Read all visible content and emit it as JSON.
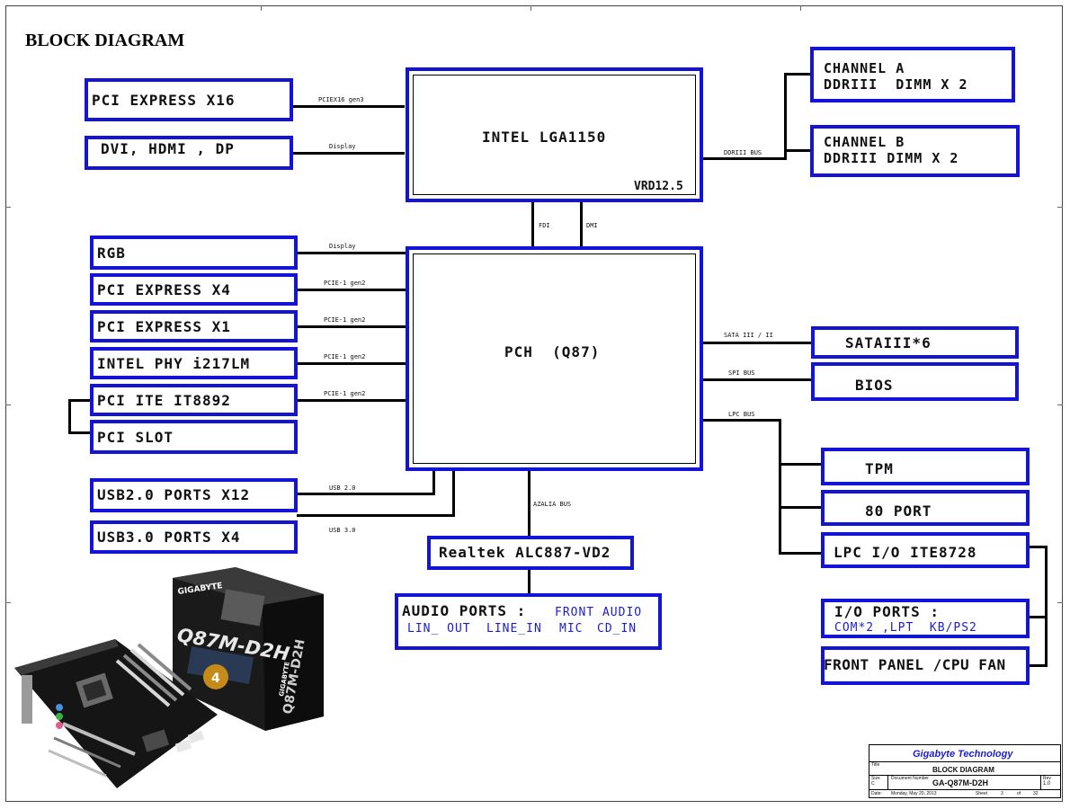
{
  "title": "BLOCK DIAGRAM",
  "cpu": {
    "name": "INTEL LGA1150",
    "vrd": "VRD12.5"
  },
  "pch": {
    "name": "PCH  (Q87)"
  },
  "left_top": [
    {
      "label": "PCI EXPRESS X16",
      "bus": "PCIEX16 gen3"
    },
    {
      "label": "DVI, HDMI , DP",
      "bus": "Display"
    }
  ],
  "memory": {
    "bus": "DDRIII BUS",
    "channels": [
      {
        "line1": "CHANNEL A",
        "line2": "DDRIII  DIMM X 2"
      },
      {
        "line1": "CHANNEL B",
        "line2": "DDRIII DIMM X 2"
      }
    ]
  },
  "cpu_pch_links": [
    "FDI",
    "DMI"
  ],
  "left_pch": [
    {
      "label": "RGB",
      "bus": "Display"
    },
    {
      "label": "PCI EXPRESS X4",
      "bus": "PCIE-1 gen2"
    },
    {
      "label": "PCI EXPRESS X1",
      "bus": "PCIE-1 gen2"
    },
    {
      "label": "INTEL PHY i217LM",
      "bus": "PCIE-1 gen2"
    },
    {
      "label": "PCI ITE IT8892",
      "bus": "PCIE-1 gen2"
    },
    {
      "label": "PCI SLOT",
      "bus": ""
    }
  ],
  "usb": [
    {
      "label": "USB2.0 PORTS X12",
      "bus": "USB 2.0"
    },
    {
      "label": "USB3.0 PORTS X4",
      "bus": "USB 3.0"
    }
  ],
  "audio": {
    "bus": "AZALIA BUS",
    "codec": "Realtek ALC887-VD2",
    "ports_title": "AUDIO PORTS :",
    "front": "FRONT AUDIO",
    "line_out": "LIN_ OUT",
    "line_in": "LINE_IN",
    "mic": "MIC",
    "cd_in": "CD_IN"
  },
  "right_pch": [
    {
      "label": "SATAIII*6",
      "bus": "SATA III / II"
    },
    {
      "label": "BIOS",
      "bus": "SPI BUS"
    }
  ],
  "lpc": {
    "bus": "LPC BUS",
    "tpm": "TPM",
    "port80": "80 PORT",
    "superio": "LPC I/O ITE8728",
    "io_title": "I/O PORTS :",
    "io_detail": "COM*2 ,LPT  KB/PS2",
    "front_panel": "FRONT PANEL /CPU FAN"
  },
  "product": {
    "brand": "GIGABYTE",
    "model": "Q87M-D2H",
    "badge": "4"
  },
  "title_block": {
    "company": "Gigabyte Technology",
    "title_label": "Title",
    "title": "BLOCK DIAGRAM",
    "size_label": "Size",
    "size": "C",
    "doc_label": "Document Number",
    "doc": "GA-Q87M-D2H",
    "rev_label": "Rev",
    "rev": "1.0",
    "date_label": "Date:",
    "date": "Monday, May 20, 2013",
    "sheet_label": "Sheet",
    "sheet": "3",
    "of_label": "of",
    "of": "32"
  },
  "colors": {
    "block_border": "#1414d6",
    "line": "#000000",
    "accent_text": "#1e1ec8"
  }
}
